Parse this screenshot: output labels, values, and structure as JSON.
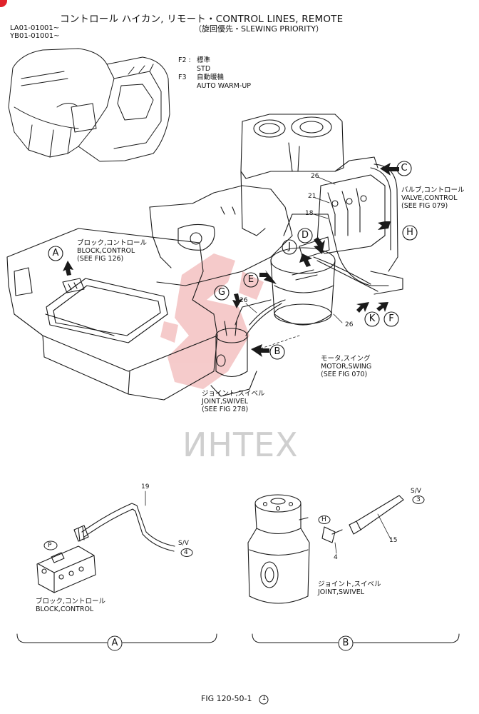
{
  "header": {
    "title": "コントロール ハイカン, リモート・CONTROL LINES, REMOTE",
    "subtitle": "（旋回優先・SLEWING PRIORITY）",
    "serial_1": "LA01-01001~",
    "serial_2": "YB01-01001~"
  },
  "notes": {
    "f2_code": "F2 :",
    "f2_jp": "標準",
    "f2_en": "STD",
    "f3_code": "F3",
    "f3_jp": "自動暖機",
    "f3_en": "AUTO WARM-UP"
  },
  "callouts": {
    "valve_jp": "バルブ,コントロール",
    "valve_en": "VALVE,CONTROL",
    "valve_ref": "(SEE FIG 079)",
    "block_jp": "ブロック,コントロール",
    "block_en": "BLOCK,CONTROL",
    "block_ref": "(SEE FIG 126)",
    "motor_jp": "モータ,スイング",
    "motor_en": "MOTOR,SWING",
    "motor_ref": "(SEE FIG 070)",
    "joint_jp": "ジョイント,スイベル",
    "joint_en": "JOINT,SWIVEL",
    "joint_ref": "(SEE FIG 278)"
  },
  "letters": {
    "A": "A",
    "B": "B",
    "C": "C",
    "D": "D",
    "E": "E",
    "F": "F",
    "G": "G",
    "H": "H",
    "J": "J",
    "K": "K"
  },
  "part_numbers": {
    "n26a": "26",
    "n21": "21",
    "n18": "18",
    "n26b": "26",
    "n26c": "26",
    "n19": "19",
    "n15": "15",
    "n4": "4"
  },
  "details": {
    "sv_left": "S/V",
    "sv_left_num": "4",
    "p_tag": "P",
    "block_jp": "ブロック,コントロール",
    "block_en": "BLOCK,CONTROL",
    "sv_right": "S/V",
    "sv_right_num": "3",
    "h_tag": "H",
    "joint_jp": "ジョイント,スイベル",
    "joint_en": "JOINT,SWIVEL",
    "section_a": "A",
    "section_b": "B"
  },
  "watermark": "ИНТЕХ",
  "footer": {
    "fig": "FIG 120-50-1",
    "fig_circle": "1"
  },
  "colors": {
    "accent_red": "#e0222a",
    "watermark_red": "#f2b9b9",
    "watermark_gray": "#cfcfcf",
    "line": "#1a1a1a"
  }
}
